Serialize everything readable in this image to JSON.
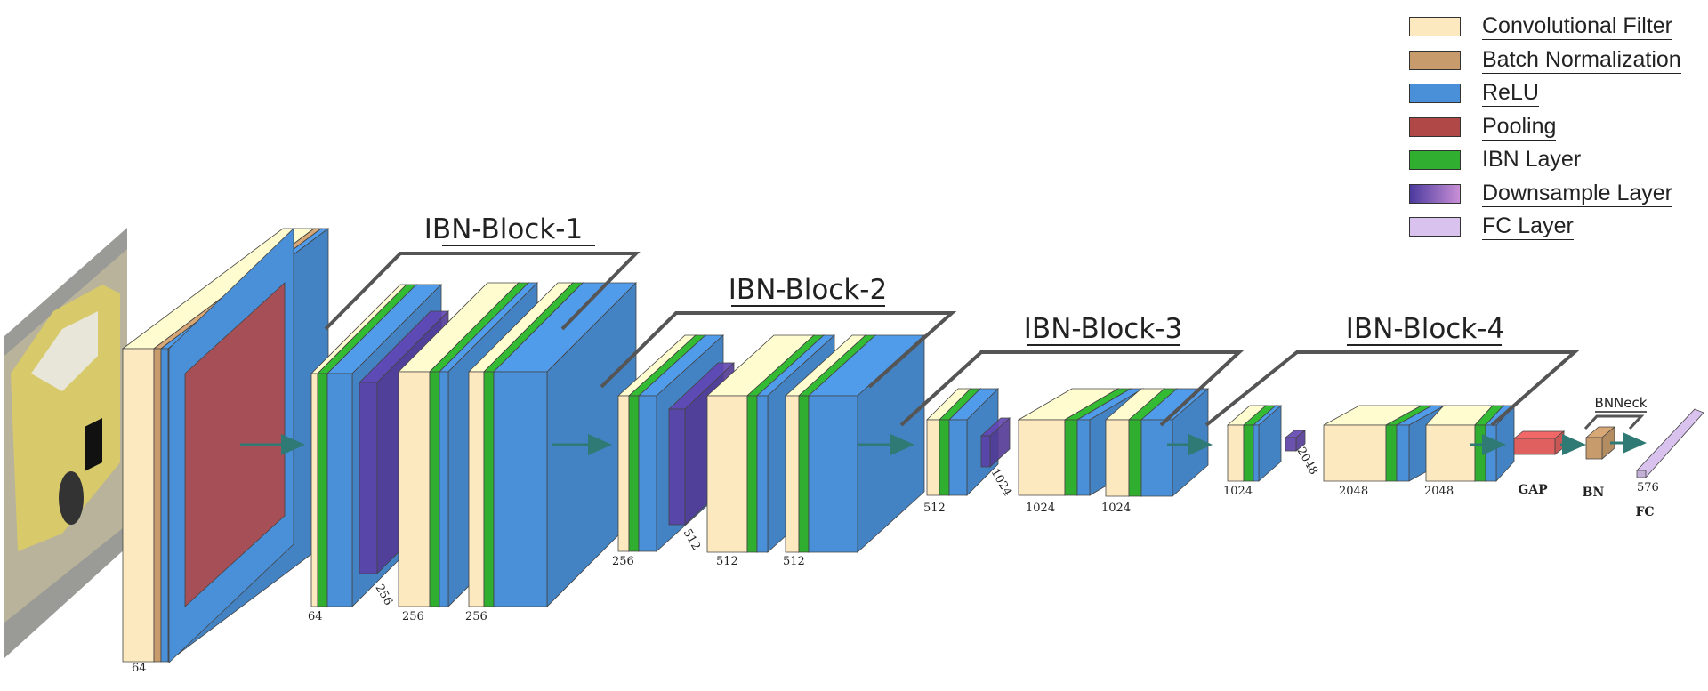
{
  "legend": [
    {
      "label": "Convolutional Filter",
      "color": "#fde9c0"
    },
    {
      "label": "Batch Normalization",
      "color": "#c89b6d"
    },
    {
      "label": "ReLU",
      "color": "#4a90d9"
    },
    {
      "label": "Pooling",
      "color": "#b04848"
    },
    {
      "label": "IBN Layer",
      "color": "#2fae2f"
    },
    {
      "label": "Downsample Layer",
      "color": "#5b3fa6"
    },
    {
      "label": "FC Layer",
      "color": "#d9c3ee"
    }
  ],
  "blocks": {
    "b1": "IBN-Block-1",
    "b2": "IBN-Block-2",
    "b3": "IBN-Block-3",
    "b4": "IBN-Block-4"
  },
  "dims": {
    "stem": "64",
    "b1_a": "64",
    "b1_ds": "256",
    "b1_b": "256",
    "b1_c": "256",
    "b2_a": "256",
    "b2_ds": "512",
    "b2_b": "512",
    "b2_c": "512",
    "b3_a": "512",
    "b3_ds": "1024",
    "b3_b": "1024",
    "b3_c": "1024",
    "b4_a": "1024",
    "b4_ds": "2048",
    "b4_b": "2048",
    "b4_c": "2048",
    "fc": "576"
  },
  "heads": {
    "gap": "GAP",
    "bn": "BN",
    "fc": "FC",
    "bnneck": "BNNeck"
  },
  "colors": {
    "conv": "#fde9c0",
    "bn": "#c89b6d",
    "relu": "#4a90d9",
    "pool": "#b04848",
    "ibn": "#2fae2f",
    "downsample": "#5b3fa6",
    "fc": "#d9c3ee",
    "arrow": "#2f7a74",
    "bracket": "#555555"
  },
  "input_image": {
    "icon": "car-photo"
  }
}
